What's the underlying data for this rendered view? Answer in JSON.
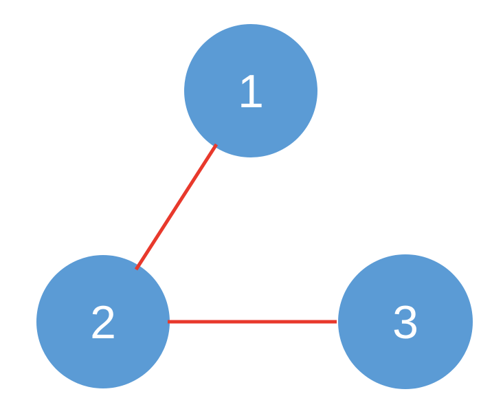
{
  "graph": {
    "type": "node-link-diagram",
    "nodes": [
      {
        "id": "1",
        "label": "1"
      },
      {
        "id": "2",
        "label": "2"
      },
      {
        "id": "3",
        "label": "3"
      }
    ],
    "edges": [
      {
        "from": "1",
        "to": "2"
      },
      {
        "from": "2",
        "to": "3"
      }
    ]
  },
  "colors": {
    "node_fill": "#5B9BD5",
    "edge_stroke": "#E8392C",
    "label_color": "#FFFFFF",
    "background": "#FFFFFF"
  }
}
